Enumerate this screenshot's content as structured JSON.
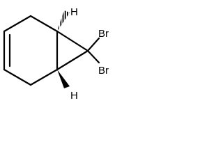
{
  "molecule": {
    "atoms": {
      "br1": "Br",
      "br2": "Br",
      "h_top": "H",
      "h_bottom": "H"
    },
    "colors": {
      "ink": "#000000",
      "background": "#ffffff"
    }
  }
}
